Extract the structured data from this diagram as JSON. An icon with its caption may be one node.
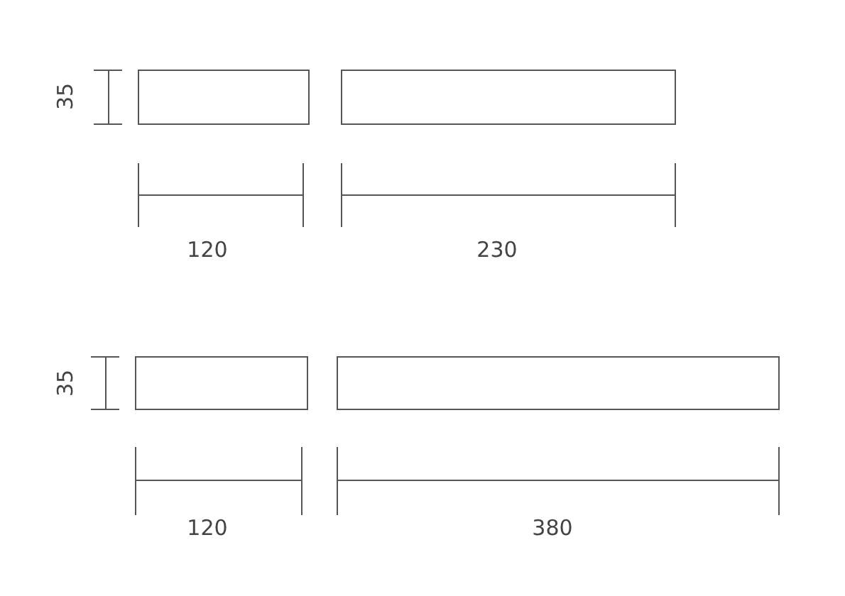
{
  "diagram": {
    "labels": [
      "35",
      "120",
      "230",
      "35",
      "120",
      "380"
    ]
  }
}
